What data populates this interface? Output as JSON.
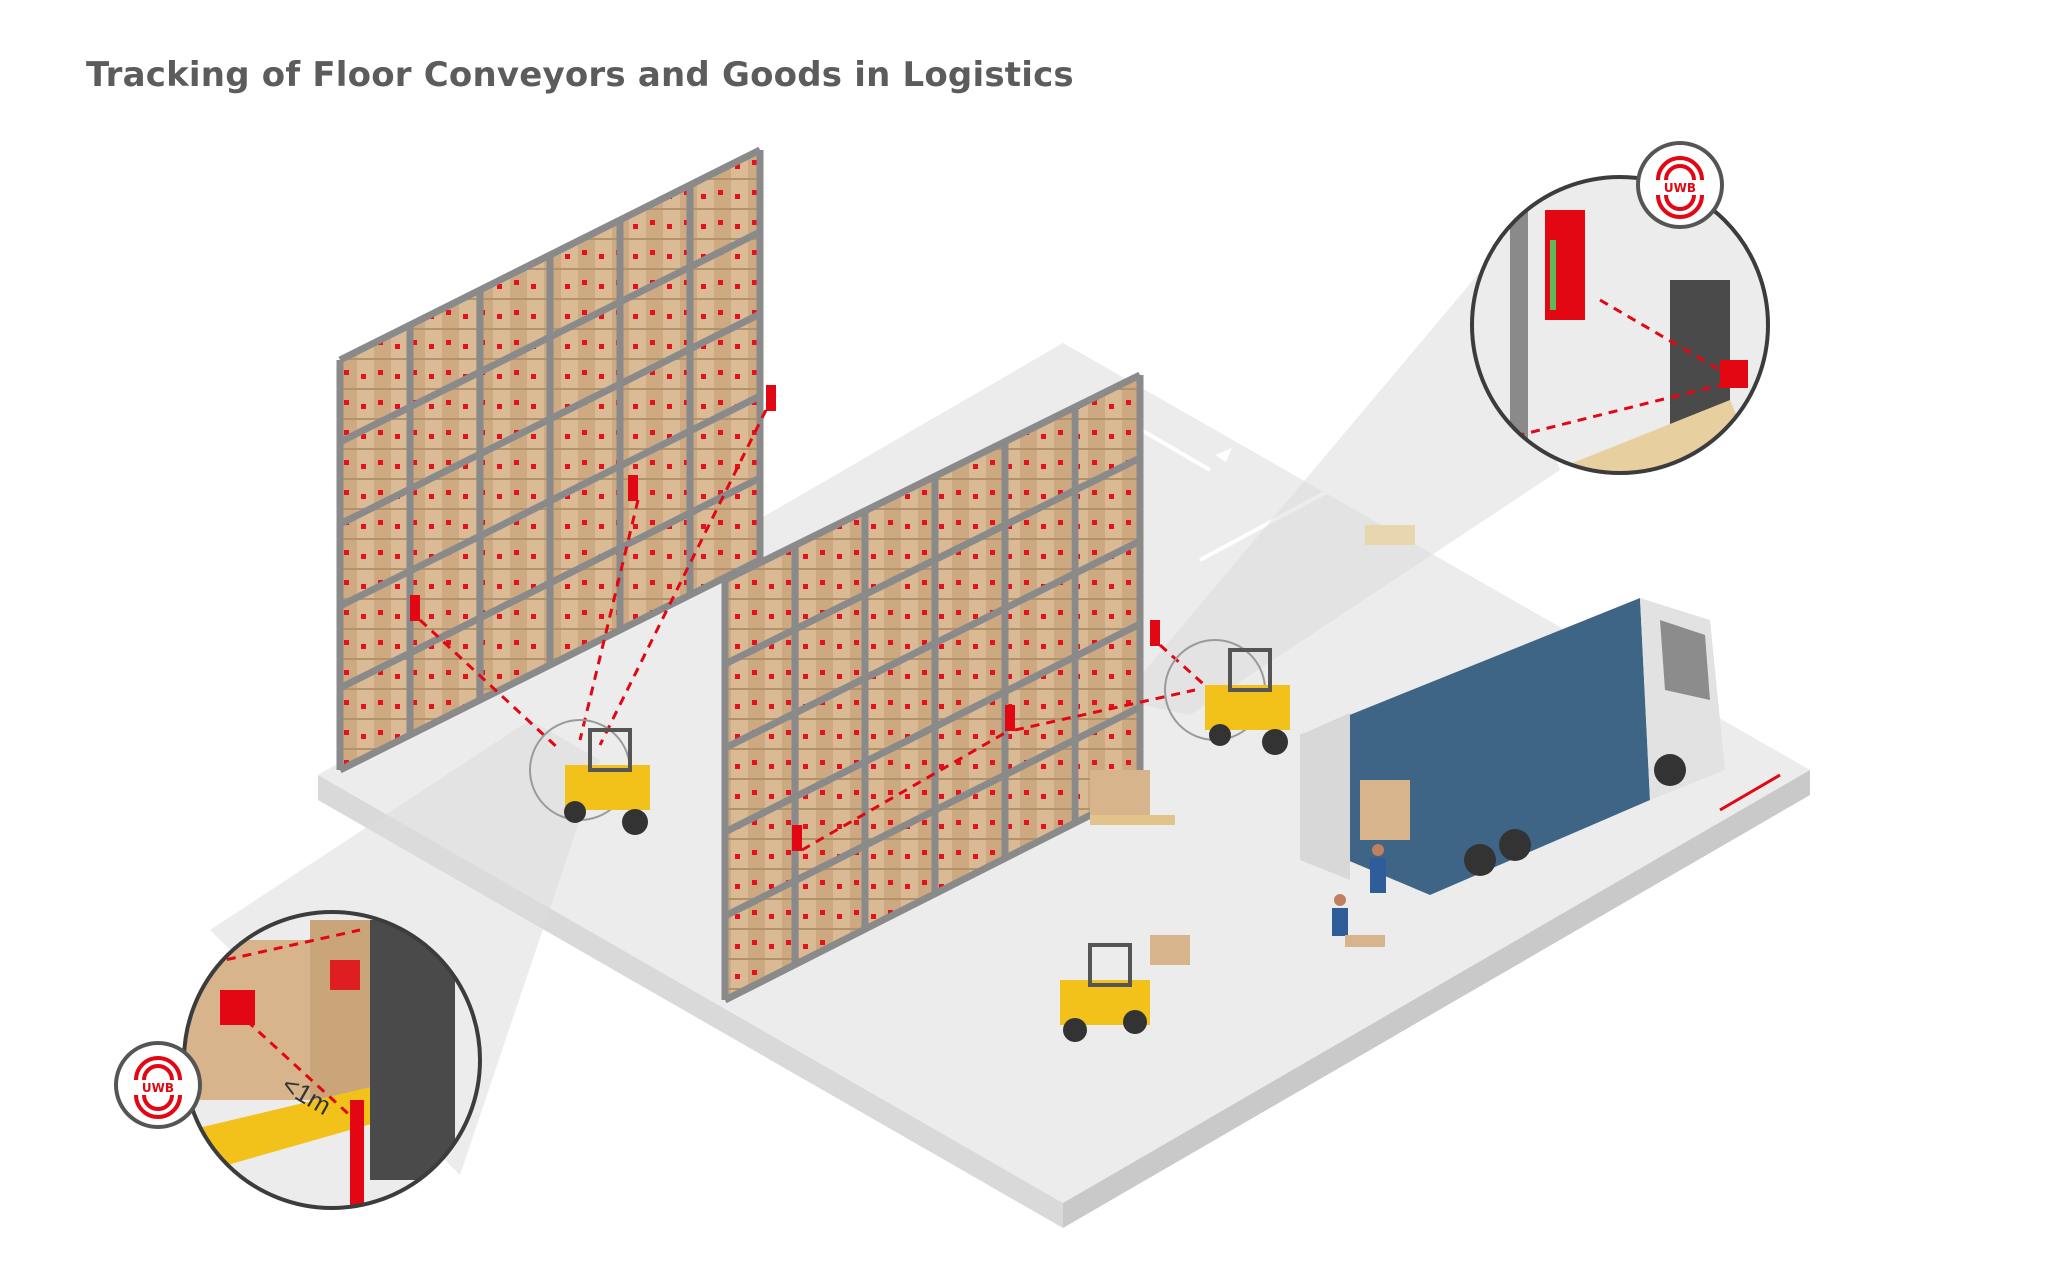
{
  "title": "Tracking of Floor Conveyors and Goods in Logistics",
  "badges": {
    "top_right": "UWB",
    "bottom_left": "UWB"
  },
  "zoom_labels": {
    "distance": "<1m"
  },
  "colors": {
    "accent_red": "#e30613",
    "floor": "#ececec",
    "floor_side": "#d6d6d6",
    "rack": "#8a8a8a",
    "box": "#d7b48c",
    "pallet": "#e0c48c",
    "forklift": "#f2c21a",
    "truck_cover": "#3f6586",
    "title_text": "#5c5c5c"
  },
  "icons": [
    "uwb-signal-icon",
    "uwb-tag-icon",
    "forklift-icon",
    "truck-icon",
    "worker-icon"
  ]
}
